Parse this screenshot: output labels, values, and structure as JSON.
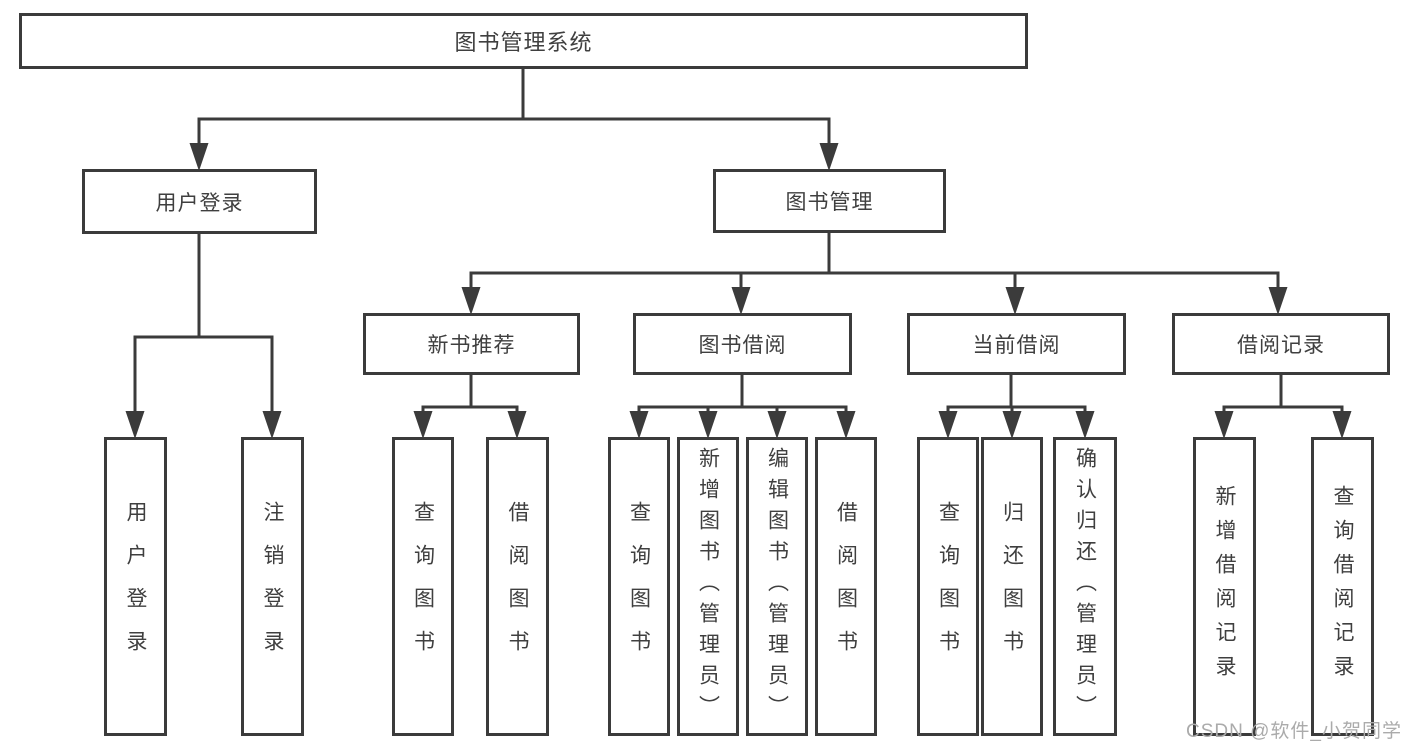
{
  "diagram": {
    "root": {
      "label": "图书管理系统"
    },
    "user_login": {
      "label": "用户登录",
      "children": [
        {
          "label": "用户登录"
        },
        {
          "label": "注销登录"
        }
      ]
    },
    "book_management": {
      "label": "图书管理",
      "children": [
        {
          "label": "新书推荐",
          "children": [
            {
              "label": "查询图书"
            },
            {
              "label": "借阅图书"
            }
          ]
        },
        {
          "label": "图书借阅",
          "children": [
            {
              "label": "查询图书"
            },
            {
              "label": "新增图书（管理员）"
            },
            {
              "label": "编辑图书（管理员）"
            },
            {
              "label": "借阅图书"
            }
          ]
        },
        {
          "label": "当前借阅",
          "children": [
            {
              "label": "查询图书"
            },
            {
              "label": "归还图书"
            },
            {
              "label": "确认归还（管理员）"
            }
          ]
        },
        {
          "label": "借阅记录",
          "children": [
            {
              "label": "新增借阅记录"
            },
            {
              "label": "查询借阅记录"
            }
          ]
        }
      ]
    }
  },
  "watermark": "CSDN @软件_小贺同学",
  "colors": {
    "line": "#3b3b3b",
    "text": "#3f3f3f",
    "watermark": "#ababab",
    "background": "#ffffff"
  }
}
